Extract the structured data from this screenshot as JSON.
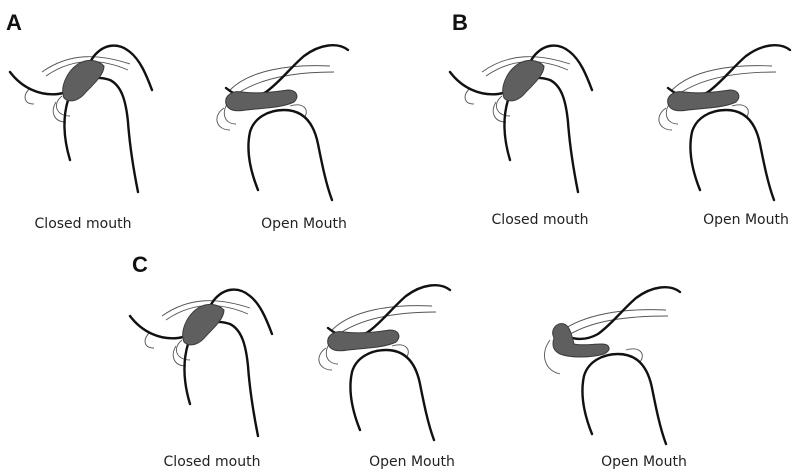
{
  "panels": [
    {
      "letter": "A",
      "diagrams": [
        {
          "state": "closed",
          "label": "Closed mouth"
        },
        {
          "state": "open",
          "label": "Open Mouth"
        }
      ]
    },
    {
      "letter": "B",
      "diagrams": [
        {
          "state": "closed",
          "label": "Closed mouth"
        },
        {
          "state": "open",
          "label": "Open Mouth"
        }
      ]
    },
    {
      "letter": "C",
      "diagrams": [
        {
          "state": "closed",
          "label": "Closed mouth"
        },
        {
          "state": "open",
          "label": "Open Mouth"
        },
        {
          "state": "open",
          "label": "Open Mouth"
        }
      ]
    }
  ],
  "colors": {
    "bone": "#111111",
    "disc": "#5f5f5f",
    "ligament": "#555555"
  }
}
